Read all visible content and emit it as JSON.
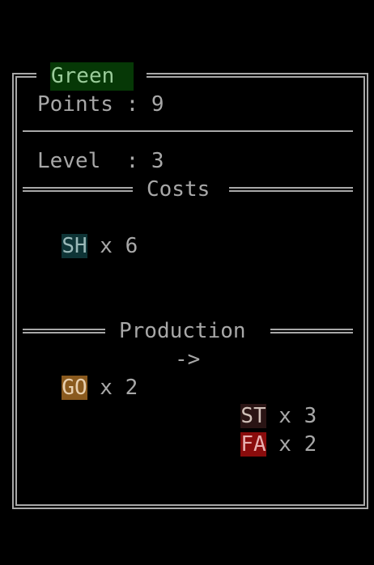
{
  "panel": {
    "title": "Green",
    "title_bg": "#063806",
    "title_fg": "#9acc9a",
    "points_label": "Points : 9",
    "level_label": "Level  : 3"
  },
  "costs": {
    "heading": "Costs",
    "items": [
      {
        "code": "SH",
        "bg": "#0e3436",
        "fg": "#9ab8b8",
        "qty": " x 6"
      }
    ]
  },
  "production": {
    "heading": "Production",
    "input": {
      "code": "GO",
      "bg": "#8a5a1e",
      "fg": "#e8d0b0",
      "qty": " x 2"
    },
    "arrow": "->",
    "outputs": [
      {
        "code": "ST",
        "bg": "#2a1414",
        "fg": "#d0c0b8",
        "qty": " x 3"
      },
      {
        "code": "FA",
        "bg": "#8a0c0c",
        "fg": "#e8b0b0",
        "qty": " x 2"
      }
    ]
  }
}
